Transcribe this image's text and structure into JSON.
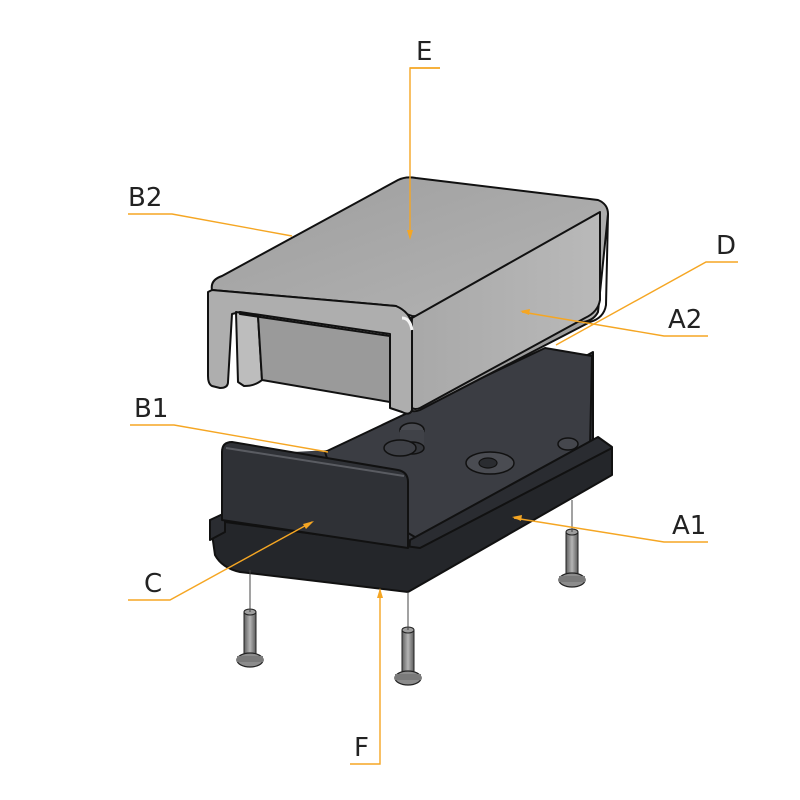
{
  "diagram": {
    "type": "exploded-enclosure",
    "callouts": [
      {
        "id": "E",
        "label": "E"
      },
      {
        "id": "B2",
        "label": "B2"
      },
      {
        "id": "D",
        "label": "D"
      },
      {
        "id": "A2",
        "label": "A2"
      },
      {
        "id": "B1",
        "label": "B1"
      },
      {
        "id": "A1",
        "label": "A1"
      },
      {
        "id": "C",
        "label": "C"
      },
      {
        "id": "F",
        "label": "F"
      }
    ],
    "colors": {
      "leader": "#F5A623",
      "lid": "#A9A9A9",
      "base": "#2E3035",
      "screw": "#7A7A7A"
    }
  }
}
